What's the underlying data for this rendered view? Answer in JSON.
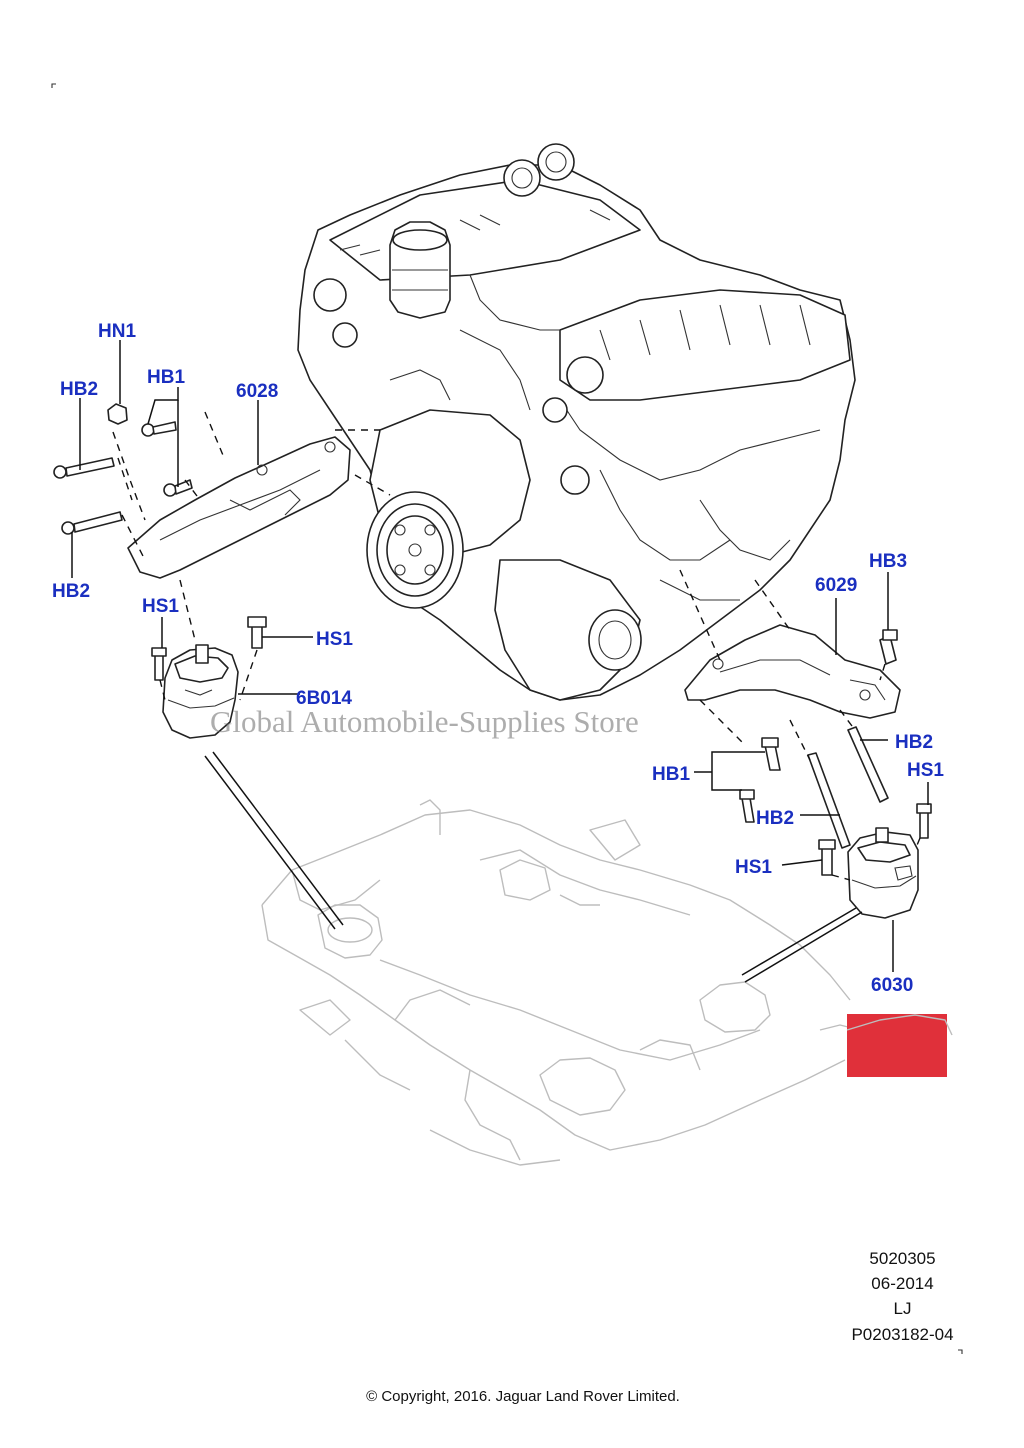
{
  "callouts": {
    "hn1": "HN1",
    "hb2_top": "HB2",
    "hb1_left": "HB1",
    "p6028": "6028",
    "hb2_left_bottom": "HB2",
    "hs1_left_top": "HS1",
    "hs1_left_right": "HS1",
    "p6b014": "6B014",
    "hb3": "HB3",
    "p6029": "6029",
    "hb2_right_top": "HB2",
    "hs1_right_top": "HS1",
    "hb1_right": "HB1",
    "hb2_right_bottom": "HB2",
    "hs1_right_left": "HS1",
    "p6030": "6030"
  },
  "watermark": "Global Automobile-Supplies Store",
  "drawing_info": {
    "number": "5020305",
    "date": "06-2014",
    "code": "LJ",
    "part_ref": "P0203182-04"
  },
  "copyright": "© Copyright, 2016. Jaguar Land Rover Limited.",
  "colors": {
    "callout": "#1a2fc0",
    "highlight": "#e0303a"
  }
}
